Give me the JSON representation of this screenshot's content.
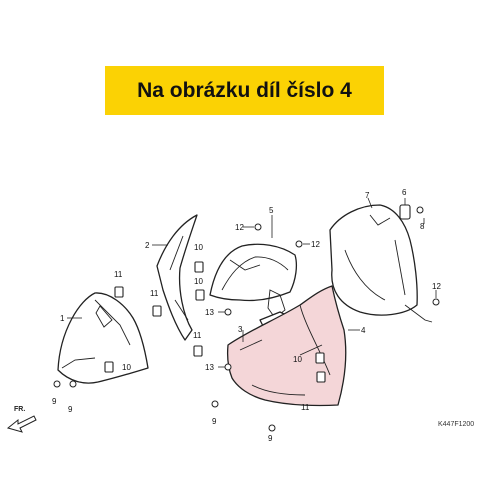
{
  "banner": {
    "text": "Na obrázku díl číslo 4",
    "background": "#fbd204"
  },
  "diagram": {
    "code": "K447F1200",
    "direction_label": "FR.",
    "highlight_color": "#f4d6d8",
    "callouts": [
      "1",
      "2",
      "3",
      "4",
      "5",
      "6",
      "7",
      "8",
      "9",
      "10",
      "11",
      "12",
      "13"
    ]
  }
}
